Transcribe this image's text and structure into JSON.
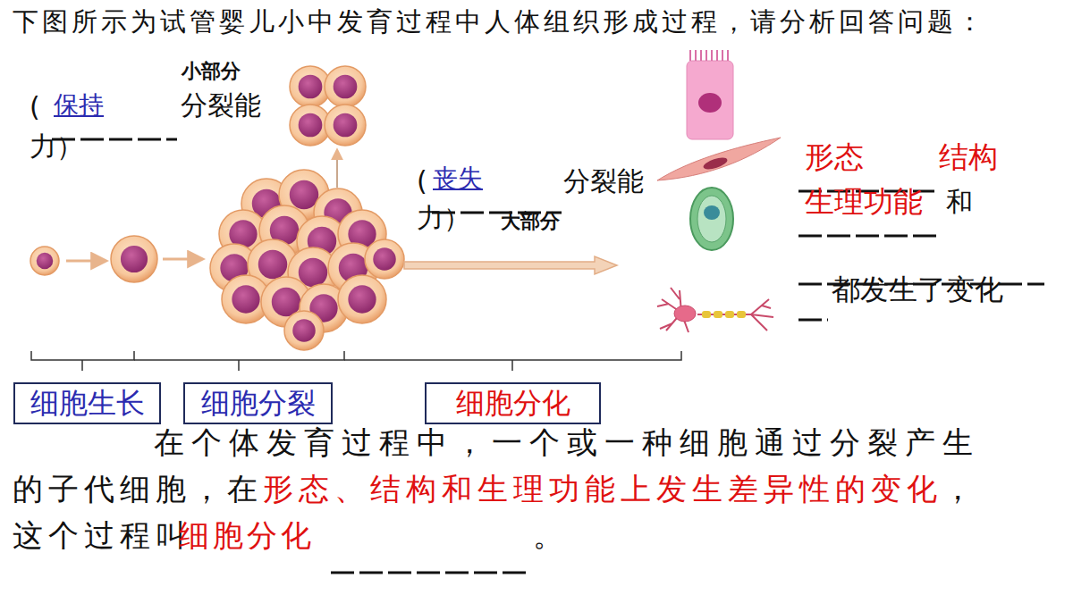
{
  "diagram": {
    "title": "下图所示为试管婴儿小中发育过程中人体组织形成过程，请分析回答问题：",
    "nodes": [
      {
        "text": [
          "细胞生长"
        ]
      },
      {
        "text": [
          "细胞分裂"
        ]
      },
      {
        "text": [
          "细胞分化"
        ]
      }
    ],
    "labels": [
      "小部分",
      "(",
      "保持",
      "分裂能",
      "力）",
      "(",
      "丧失",
      "分裂能",
      "力）",
      "大部分",
      "形态",
      "结构",
      "生理功能",
      "和",
      "都发生了变化",
      "在个体发育过程中，一个或一种细胞通过分裂产生",
      "的子代细胞，在",
      "形态、结构和生理功能上发生差异性的变化",
      "，",
      "这个过程叫",
      "细胞分化",
      "。"
    ]
  }
}
